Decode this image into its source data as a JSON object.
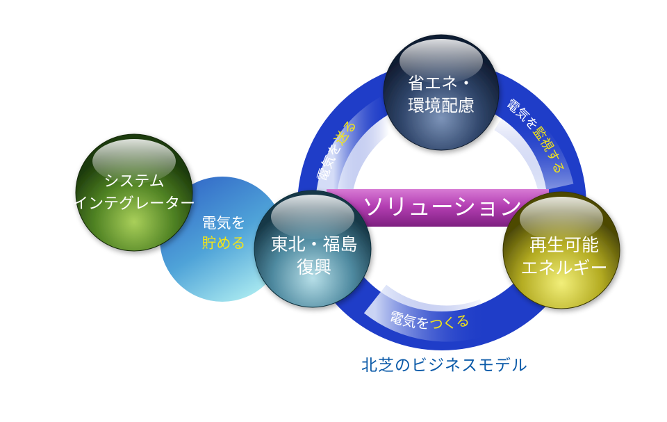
{
  "solution_label": "ソリューション",
  "caption": "北芝のビジネスモデル",
  "spheres": {
    "energy_saving": [
      "省エネ・",
      "環境配慮"
    ],
    "system_integrator": [
      "システム",
      "インテグレーター"
    ],
    "tohoku": [
      "東北・福島",
      "復興"
    ],
    "renewable": [
      "再生可能",
      "エネルギー"
    ]
  },
  "storage_circle": {
    "line1": "電気を",
    "line2": "貯める"
  },
  "ring_labels": {
    "send": {
      "prefix": "電気を",
      "highlight": "送る"
    },
    "monitor": {
      "prefix": "電気を",
      "highlight": "監視する"
    },
    "make": {
      "prefix": "電気を",
      "highlight": "つくる"
    }
  },
  "colors": {
    "ring_blue": "#1f3dc8",
    "solution_bar": "#b43fb3",
    "highlight_yellow": "#f2e419",
    "caption_blue": "#0b5aa8",
    "sphere_navy": "#1c2f4f",
    "sphere_green": "#3f6e1c",
    "sphere_teal": "#2c5f72",
    "sphere_olive": "#8e8a14"
  }
}
